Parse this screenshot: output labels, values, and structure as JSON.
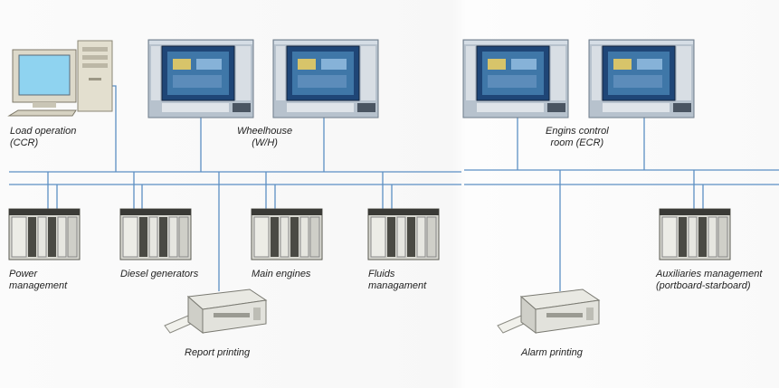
{
  "labels": {
    "load_operation": "Load operation\n(CCR)",
    "wheelhouse": "Wheelhouse\n(W/H)",
    "engine_control_room": "Engins control\nroom (ECR)",
    "power_management": "Power\nmanagement",
    "diesel_generators": "Diesel generators",
    "main_engines": "Main engines",
    "fluids_management": "Fluids\nmanagament",
    "auxiliaries_management": "Auxiliaries management\n(portboard-starboard)",
    "report_printing": "Report printing",
    "alarm_printing": "Alarm printing"
  },
  "colors": {
    "network_line": "#5c8fc4",
    "panel_frame": "#aab6c3",
    "panel_screen": "#27538a",
    "plc_body": "#d9d9d2",
    "printer_body": "#e2e2dc"
  },
  "icons": {
    "workstation": "desktop-computer-icon",
    "operator_panel": "touchscreen-panel-icon",
    "plc": "plc-rack-icon",
    "printer": "printer-icon"
  }
}
